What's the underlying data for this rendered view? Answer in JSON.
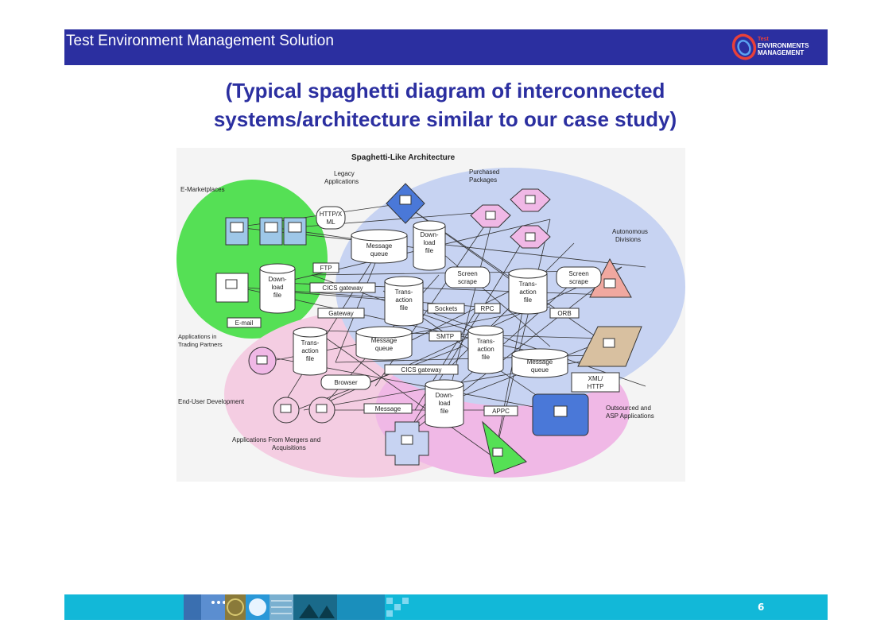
{
  "header": {
    "title": "Test Environment Management Solution",
    "logo_lines": [
      "Test",
      "ENVIRONMENTS",
      "MANAGEMENT"
    ],
    "background": "#2b2fa0"
  },
  "heading": {
    "line1": "(Typical spaghetti diagram of interconnected",
    "line2": "systems/architecture similar to our case study)",
    "color": "#2b2fa0"
  },
  "diagram": {
    "title": "Spaghetti-Like Architecture",
    "regions": {
      "e_marketplaces": "E-Marketplaces",
      "legacy_applications": [
        "Legacy",
        "Applications"
      ],
      "purchased_packages": [
        "Purchased",
        "Packages"
      ],
      "autonomous_divisions": [
        "Autonomous",
        "Divisions"
      ],
      "trading_partners": [
        "Applications in",
        "Trading Partners"
      ],
      "end_user_development": "End-User Development",
      "mergers_acquisitions": [
        "Applications From Mergers and",
        "Acquisitions"
      ],
      "outsourced_asp": [
        "Outsourced and",
        "ASP Applications"
      ]
    },
    "cylinders": {
      "message_queue_1": [
        "Message",
        "queue"
      ],
      "download_file_1": [
        "Down-",
        "load",
        "file"
      ],
      "download_file_2": [
        "Down-",
        "load",
        "file"
      ],
      "transaction_file_1": [
        "Trans-",
        "action",
        "file"
      ],
      "transaction_file_2": [
        "Trans-",
        "action",
        "file"
      ],
      "message_queue_2": [
        "Message",
        "queue"
      ],
      "transaction_file_3": [
        "Trans-",
        "action",
        "file"
      ],
      "transaction_file_4": [
        "Trans-",
        "action",
        "file"
      ],
      "message_queue_3": [
        "Message",
        "queue"
      ],
      "download_file_3": [
        "Down-",
        "load",
        "file"
      ]
    },
    "connectors": {
      "http_xml": [
        "HTTP/X",
        "ML"
      ],
      "ftp": "FTP",
      "cics_gateway_1": "CICS gateway",
      "gateway": "Gateway",
      "email": "E-mail",
      "sockets": "Sockets",
      "rpc": "RPC",
      "orb": "ORB",
      "smtp": "SMTP",
      "cics_gateway_2": "CICS gateway",
      "browser": "Browser",
      "message": "Message",
      "appc": "APPC",
      "xml_http": [
        "XML/",
        "HTTP"
      ],
      "screen_scrape_1": [
        "Screen",
        "scrape"
      ],
      "screen_scrape_2": [
        "Screen",
        "scrape"
      ]
    },
    "colors": {
      "green": "#55e055",
      "blue": "#c7d3f2",
      "pink": "#f4cde2",
      "lavender": "#f0b8e6",
      "steel": "#4a78d8",
      "salmon": "#f0a8a0",
      "tan": "#d8c0a0"
    }
  },
  "footer": {
    "page_number": "6",
    "background": "#12b8d8"
  }
}
